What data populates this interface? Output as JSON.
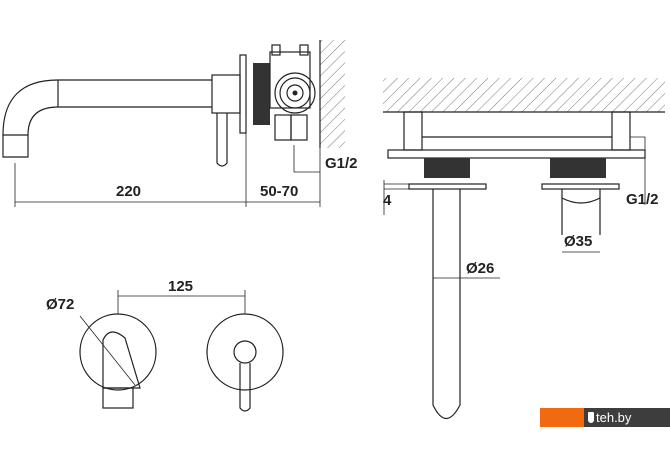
{
  "dimensions": {
    "spout_length": "220",
    "wall_depth": "50-70",
    "thread_left": "G1/2",
    "thread_right": "G1/2",
    "plate_diameter": "Ø72",
    "center_distance": "125",
    "plate_thickness": "4",
    "spout_diameter": "Ø26",
    "handle_diameter": "Ø35"
  },
  "watermark": "teh.by",
  "colors": {
    "watermark_orange": "#f26a10",
    "watermark_gray": "#3d3d3d"
  }
}
